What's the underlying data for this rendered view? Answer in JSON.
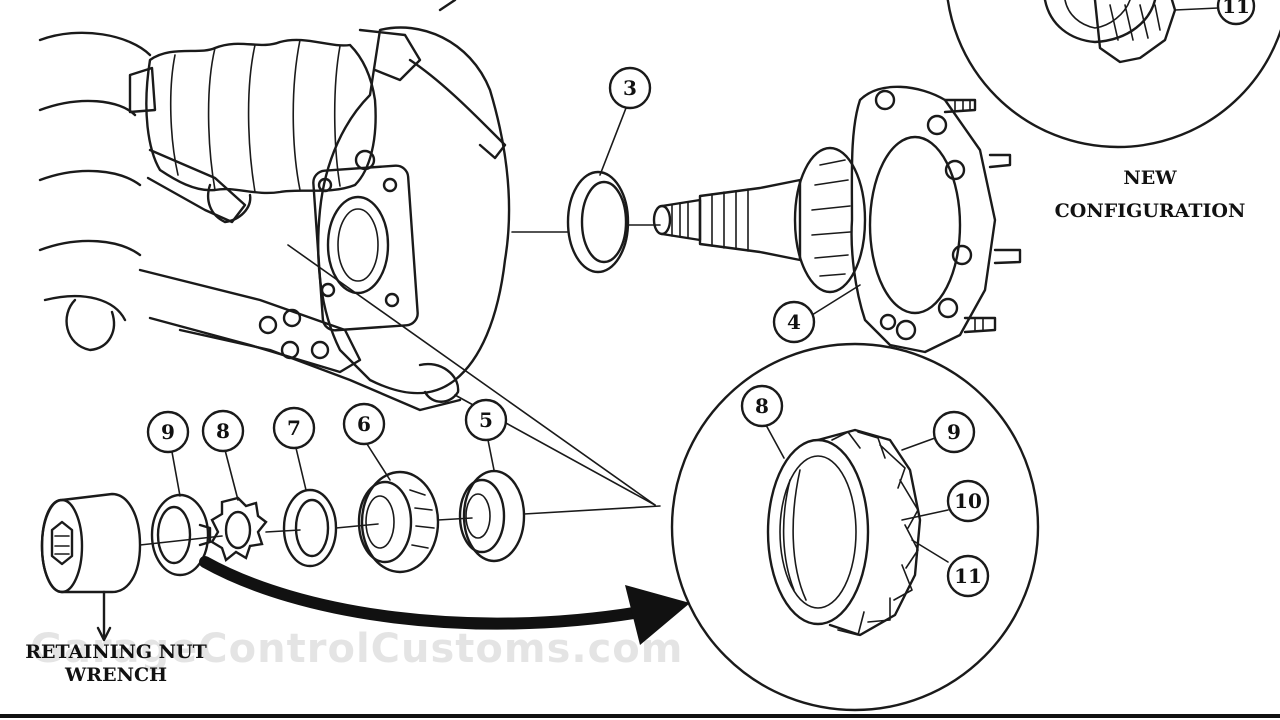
{
  "callouts": {
    "c3": "3",
    "c4": "4",
    "c5": "5",
    "c6": "6",
    "c7": "7",
    "c8": "8",
    "c9": "9",
    "d8": "8",
    "d9": "9",
    "d10": "10",
    "d11": "11",
    "top11": "11"
  },
  "captions": {
    "new_config_line1": "NEW",
    "new_config_line2": "CONFIGURATION",
    "wrench_line1": "RETAINING NUT",
    "wrench_line2": "WRENCH"
  },
  "watermark": "GarageControlCustoms.com",
  "colors": {
    "ink": "#1a1a1a",
    "paper": "#ffffff"
  }
}
